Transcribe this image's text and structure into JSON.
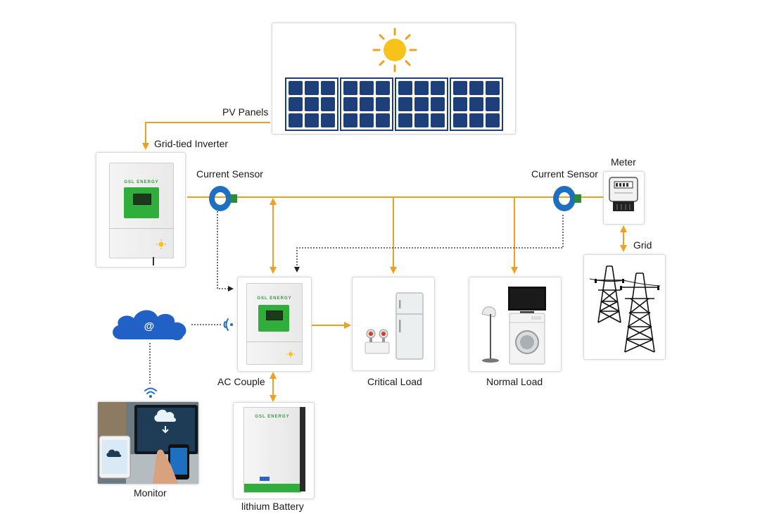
{
  "labels": {
    "pv_panels": "PV Panels",
    "grid_tied_inverter": "Grid-tied Inverter",
    "current_sensor_left": "Current Sensor",
    "current_sensor_right": "Current Sensor",
    "meter": "Meter",
    "grid": "Grid",
    "ac_couple": "AC Couple",
    "critical_load": "Critical Load",
    "normal_load": "Normal Load",
    "monitor": "Monitor",
    "lithium_battery": "lithium Battery"
  },
  "brand_text": "GSL ENERGY",
  "cloud_symbol": "@",
  "colors": {
    "power_line": "#f0a020",
    "solar_panel": "#1d3f7a",
    "sensor": "#1e6fc0",
    "cloud": "#2160c4",
    "inverter_screen": "#2fae3b",
    "sun": "#f7c21a"
  },
  "icons": [
    "sun-icon",
    "solar-panel-icon",
    "current-sensor-icon",
    "electric-meter-icon",
    "transmission-tower-icon",
    "cloud-icon",
    "wifi-icon",
    "lamp-icon",
    "tv-icon",
    "washing-machine-icon",
    "fridge-icon",
    "emergency-light-icon"
  ]
}
